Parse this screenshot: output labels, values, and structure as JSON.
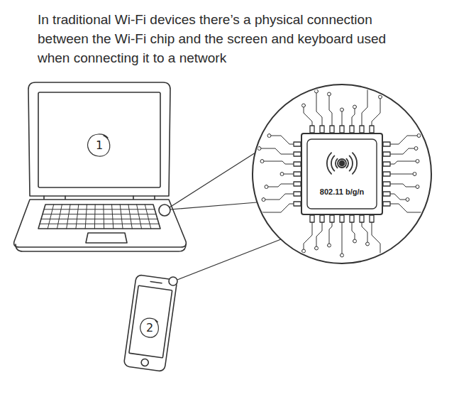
{
  "diagram": {
    "title": "In traditional Wi-Fi devices there’s a physical connection between the Wi-Fi chip and the screen and keyboard used when connecting it to a network",
    "nodes": [
      {
        "text": [
          "802.11 b/g/n"
        ]
      }
    ],
    "labels": [
      "1",
      "2"
    ]
  }
}
